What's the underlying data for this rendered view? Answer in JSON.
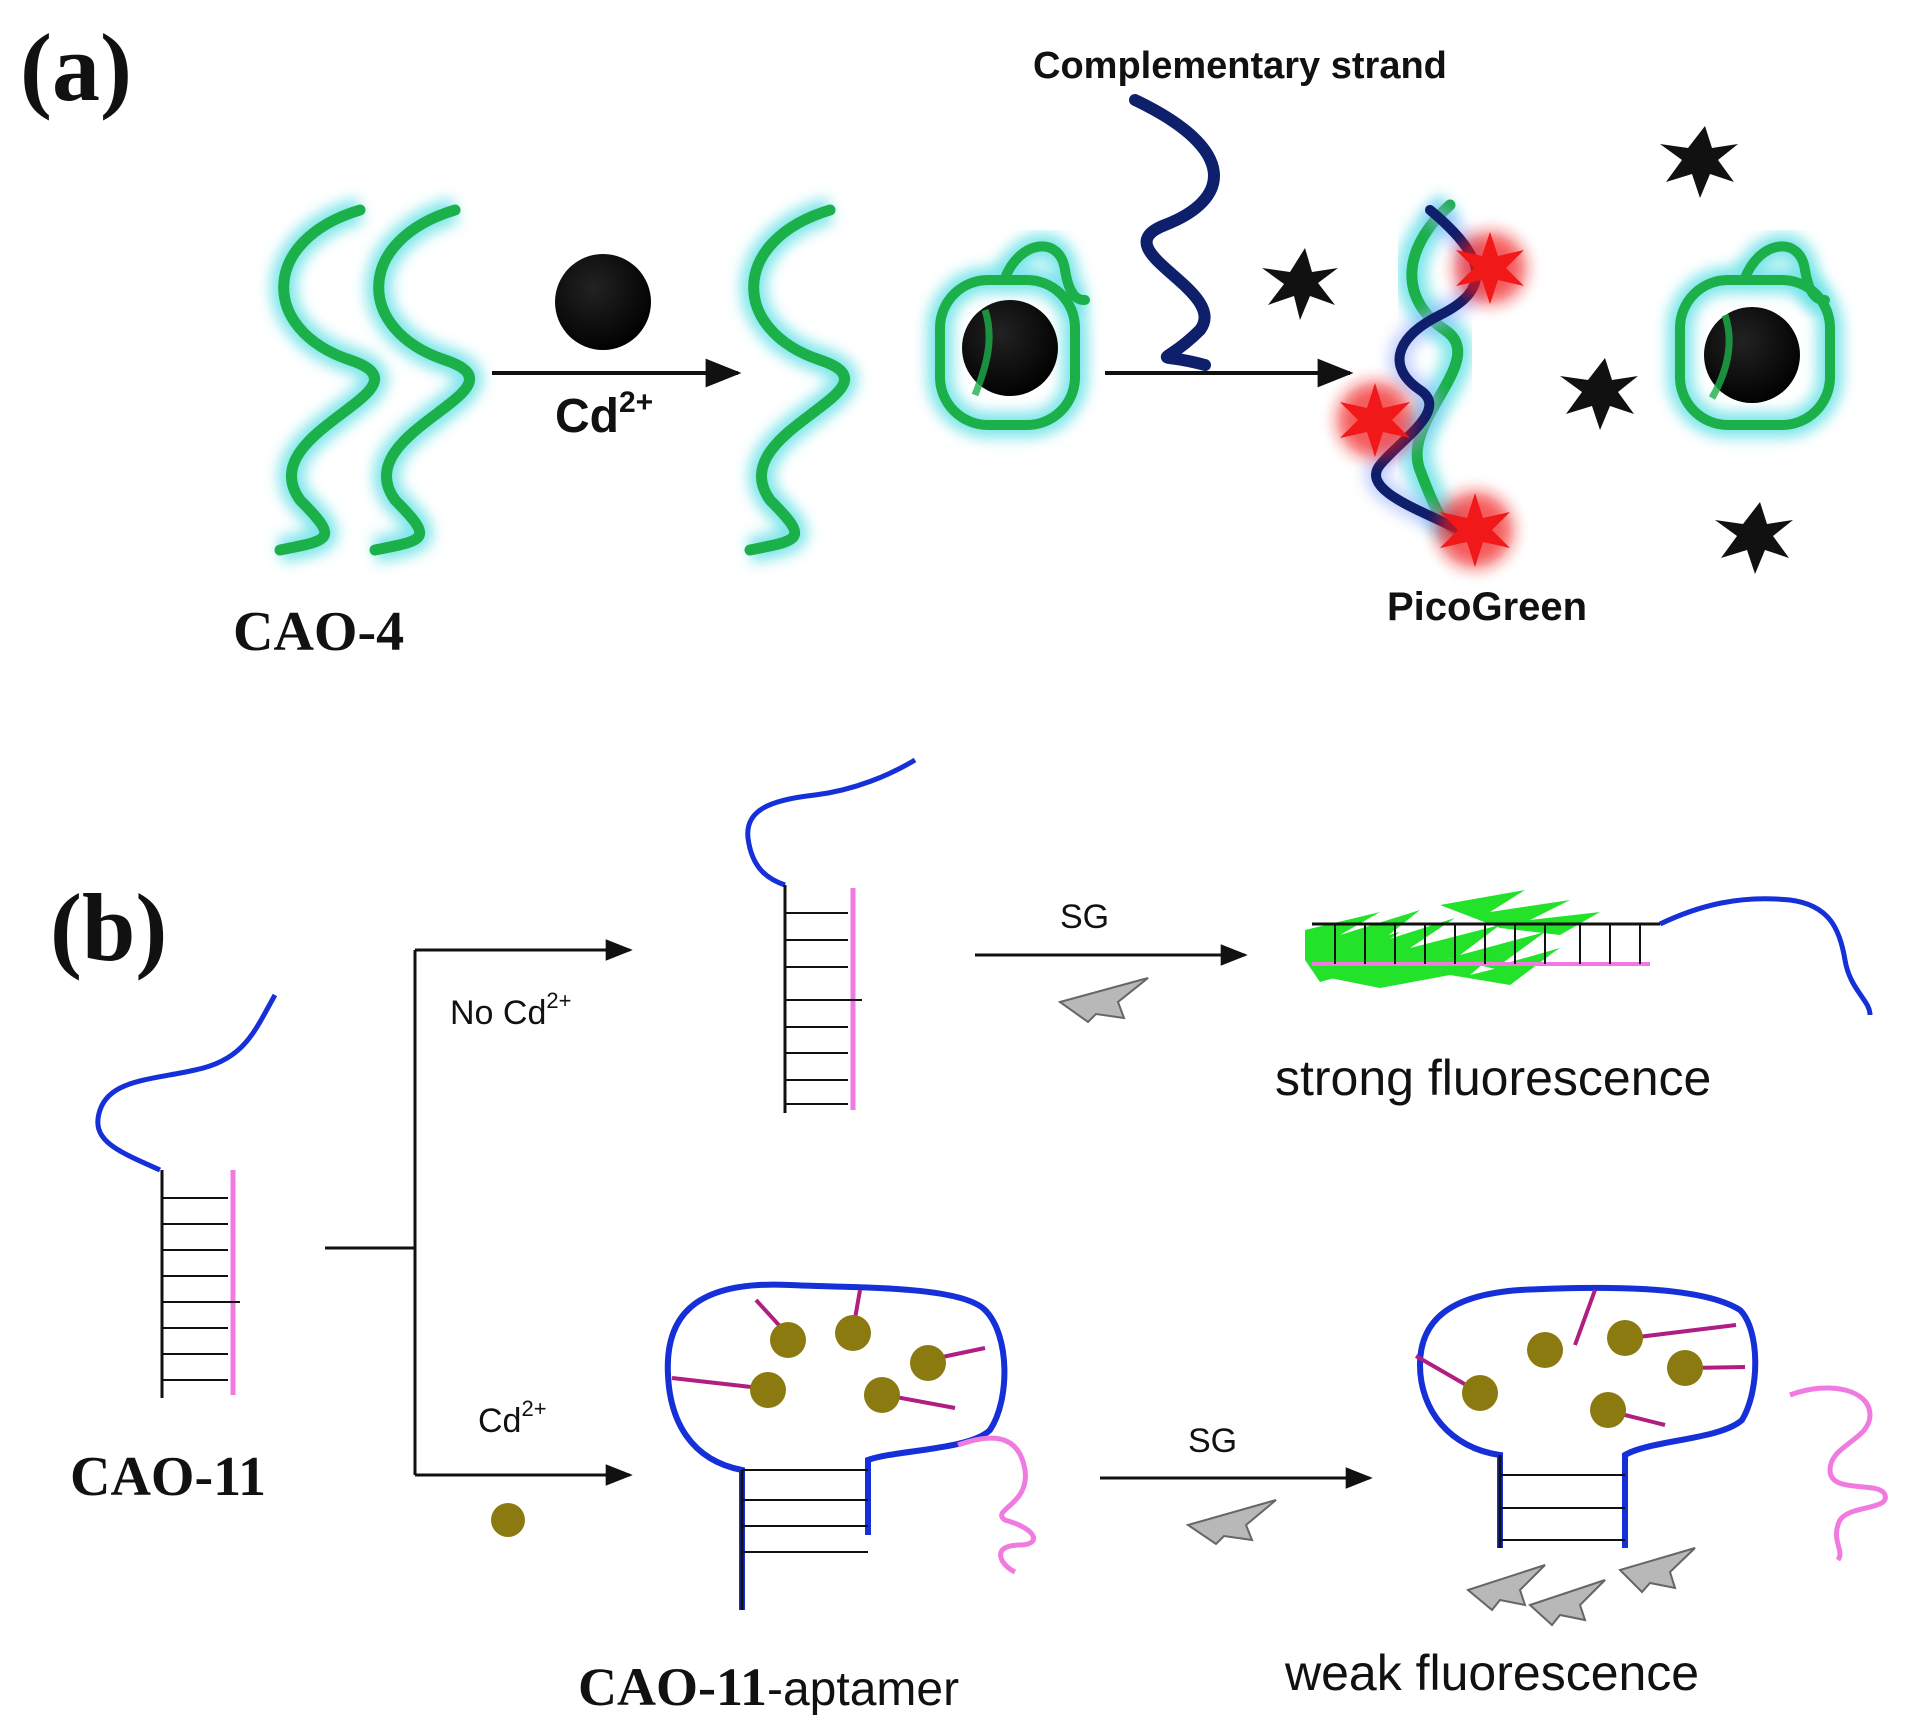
{
  "panel_a": {
    "label": "(a)",
    "reagent": "Cd",
    "reagent_charge": "2+",
    "complementary_label": "Complementary strand",
    "cao4_label": "CAO-4",
    "dye_label": "PicoGreen"
  },
  "panel_b": {
    "label": "(b)",
    "no_cd_label": "No Cd",
    "no_cd_charge": "2+",
    "cd_label": "Cd",
    "cd_charge": "2+",
    "sg_top": "SG",
    "sg_bottom": "SG",
    "strong_label": "strong fluorescence",
    "weak_label": "weak fluorescence",
    "cao11_label": "CAO-11",
    "aptamer_label_main": "CAO-11",
    "aptamer_label_suffix": "-aptamer"
  },
  "colors": {
    "strand_green": "#1bb04a",
    "glow_cyan": "#6fe3e8",
    "complement_navy": "#0e1f6b",
    "dye_red": "#f01818",
    "aptamer_blue": "#1530d8",
    "complement_pink": "#f07ae0",
    "ion_olive": "#8a7a10",
    "sg_gray": "#b8b8b8",
    "sg_green": "#22e22a",
    "loop_magenta": "#b01e82"
  }
}
